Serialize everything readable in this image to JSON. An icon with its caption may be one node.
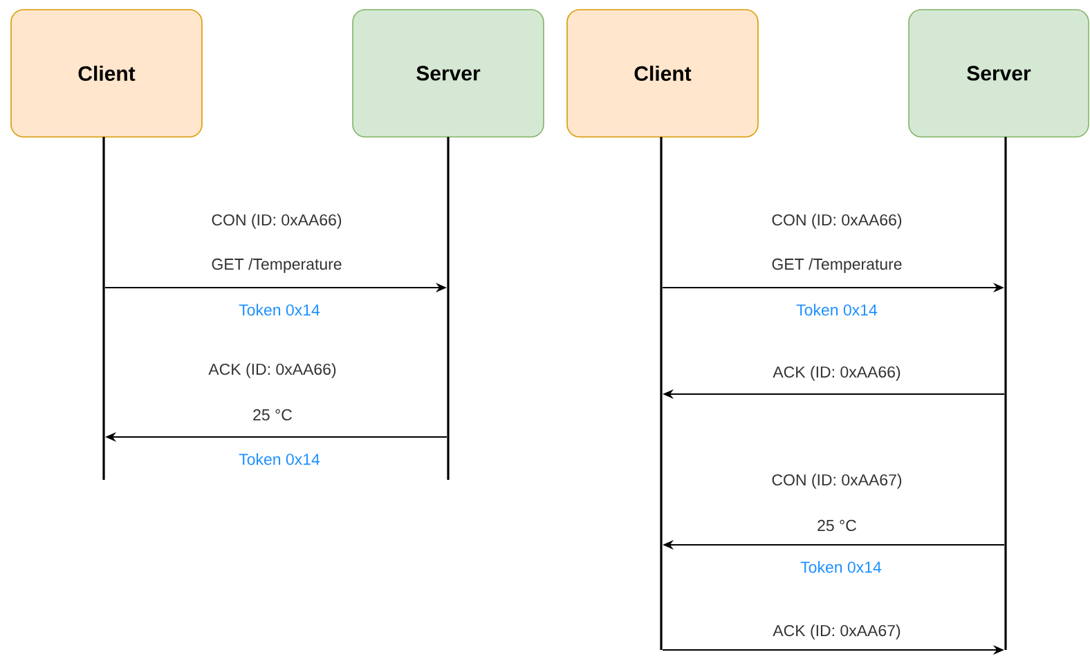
{
  "diagram": {
    "nodes": [
      {
        "text": [
          "Client"
        ]
      },
      {
        "text": [
          "Server"
        ]
      },
      {
        "text": [
          "Client"
        ]
      },
      {
        "text": [
          "Server"
        ]
      },
      {
        "text": [],
        "shape": "line"
      },
      {
        "text": [],
        "shape": "line"
      },
      {
        "text": [],
        "shape": "line"
      },
      {
        "text": [],
        "shape": "line"
      }
    ],
    "edges": [
      {
        "from": 4,
        "to": 5,
        "arrow": "to"
      },
      {
        "from": 5,
        "to": 4,
        "arrow": "to"
      },
      {
        "from": 6,
        "to": 7,
        "arrow": "to"
      },
      {
        "from": 7,
        "to": 6,
        "arrow": "to"
      },
      {
        "from": 7,
        "to": 6,
        "arrow": "to"
      },
      {
        "from": 6,
        "to": 7,
        "arrow": "to"
      }
    ],
    "labels": [
      "CON (ID: 0xAA66)",
      "GET /Temperature",
      "Token 0x14",
      "ACK (ID: 0xAA66)",
      "25 °C",
      "Token 0x14",
      "CON (ID: 0xAA66)",
      "GET /Temperature",
      "Token 0x14",
      "ACK (ID: 0xAA66)",
      "CON (ID: 0xAA67)",
      "25 °C",
      "Token 0x14",
      "ACK (ID: 0xAA67)"
    ]
  }
}
